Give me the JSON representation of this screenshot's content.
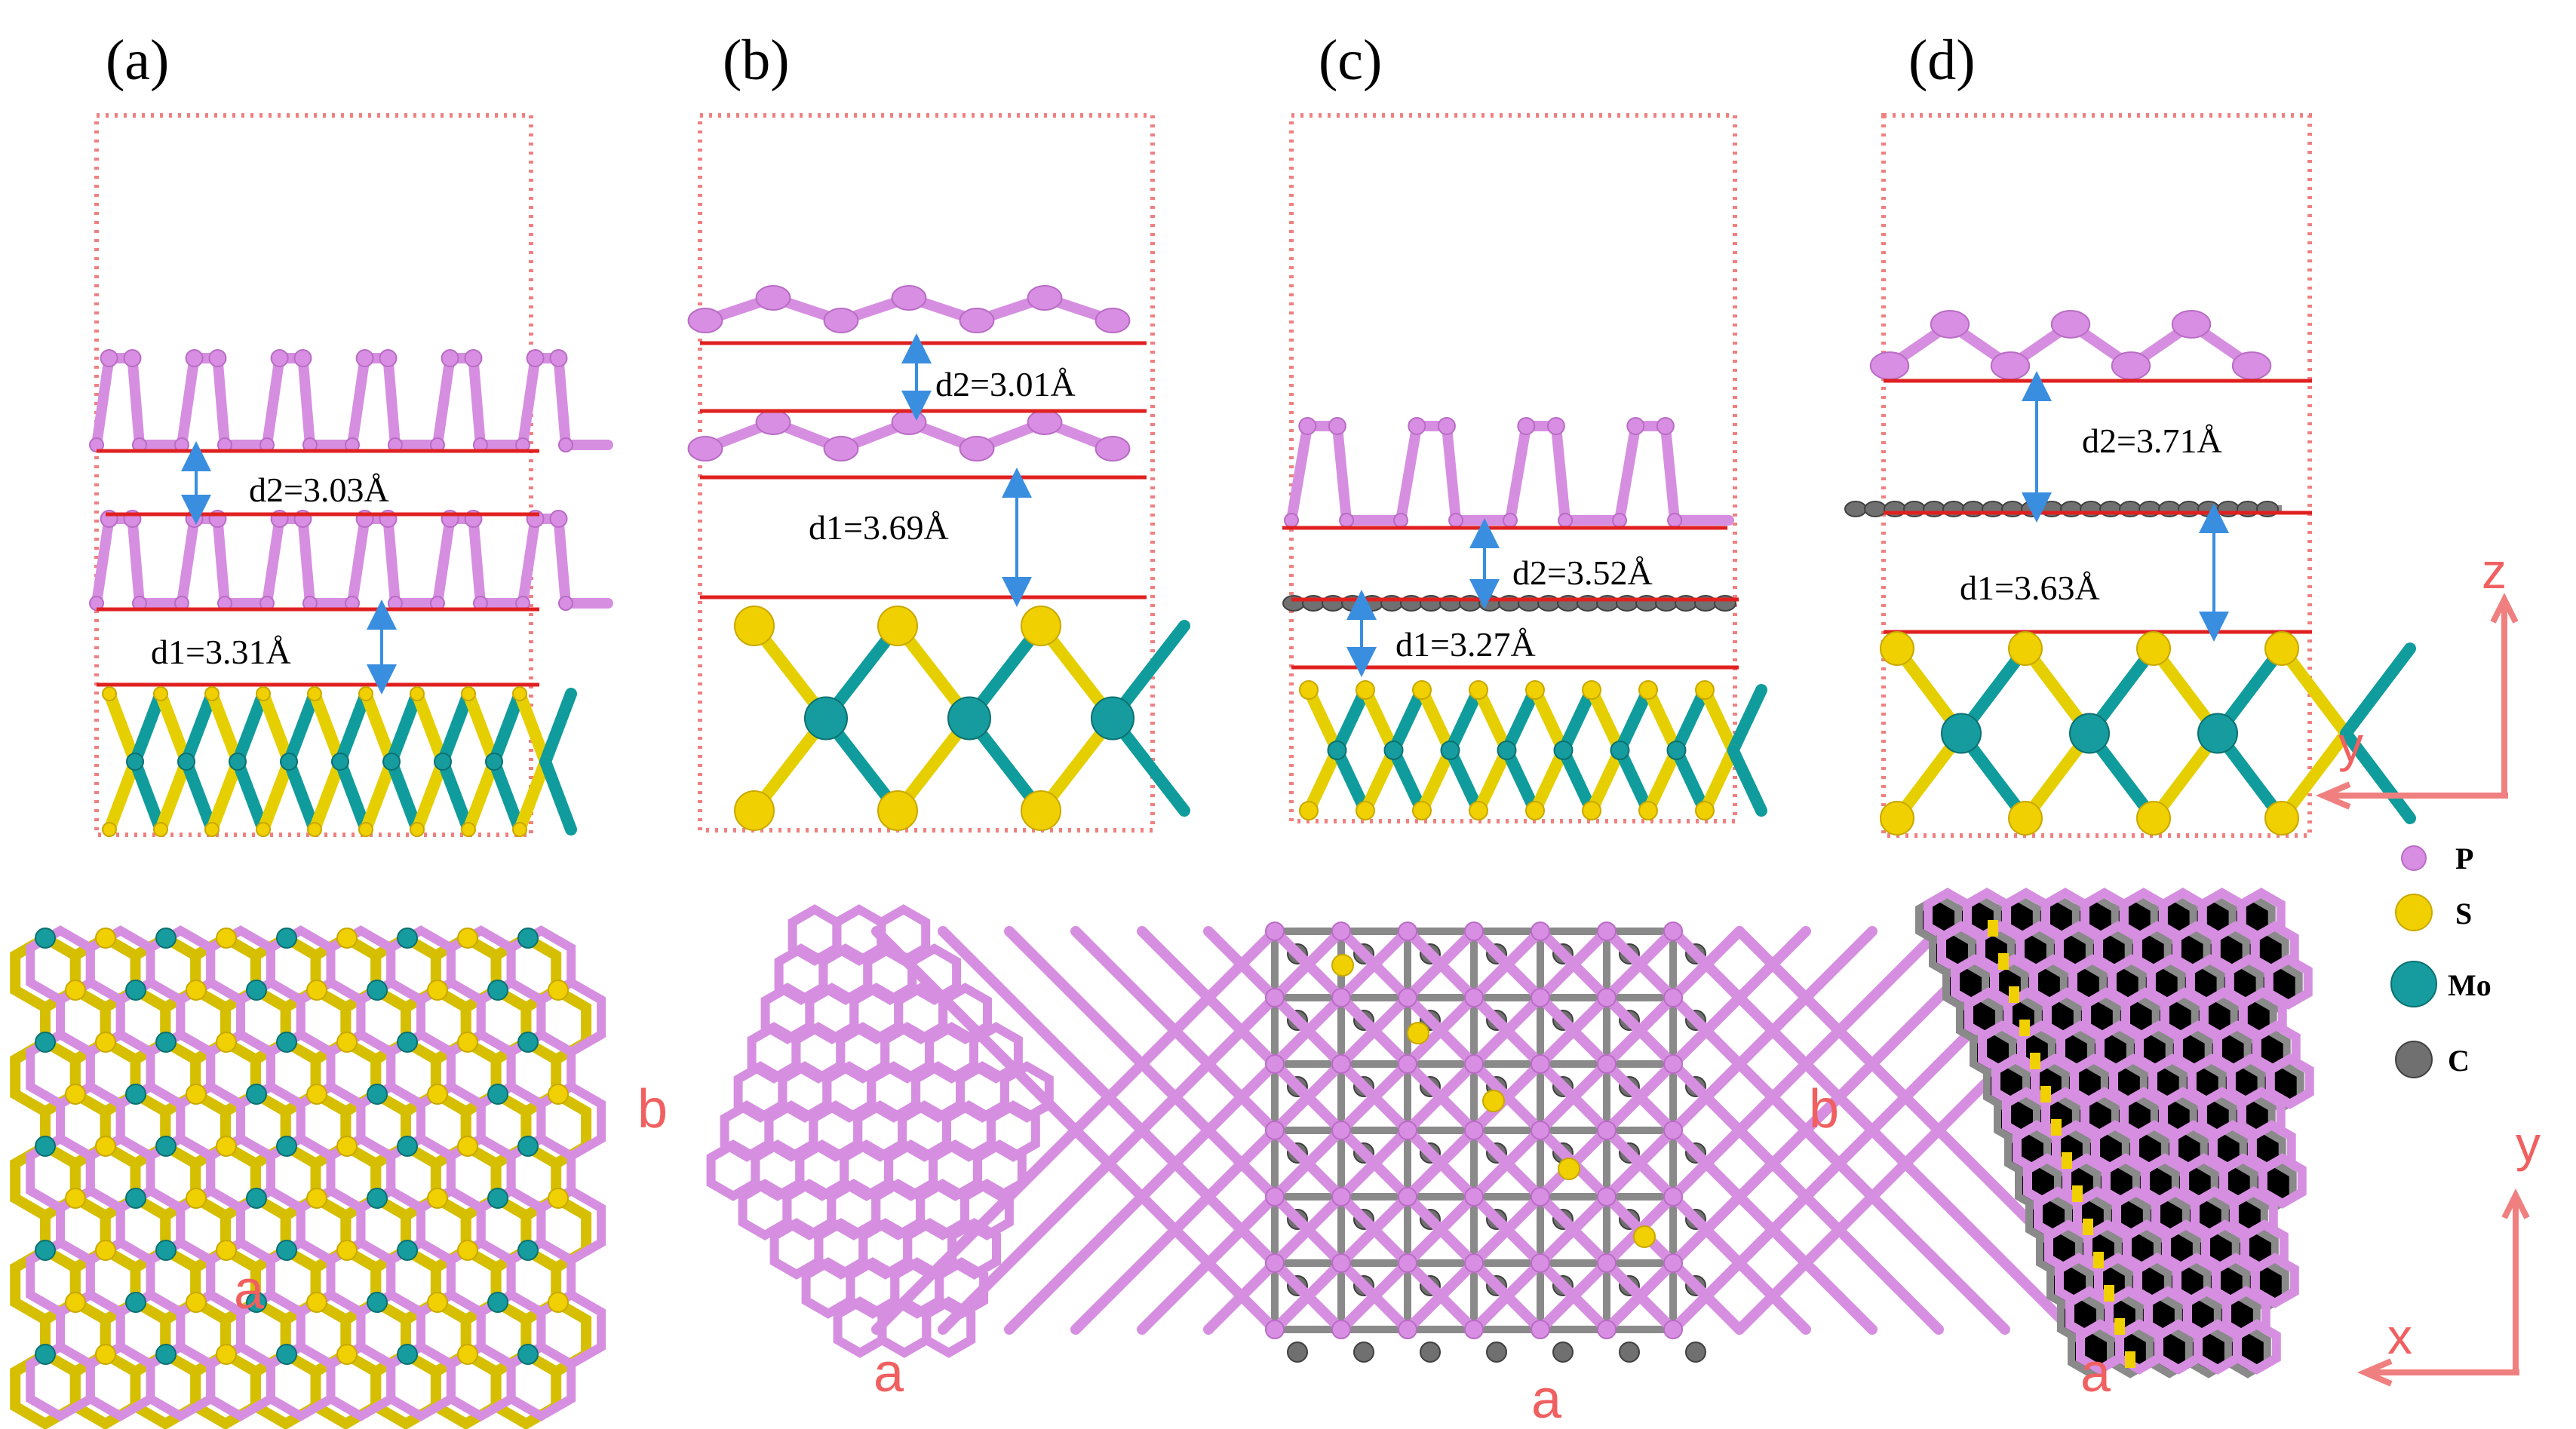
{
  "panels": [
    {
      "label": "(a)",
      "d2": "d2=3.03Å",
      "d1": "d1=3.31Å",
      "top_a": "a",
      "top_b": "b"
    },
    {
      "label": "(b)",
      "d2": "d2=3.01Å",
      "d1": "d1=3.69Å",
      "top_a": "a"
    },
    {
      "label": "(c)",
      "d2": "d2=3.52Å",
      "d1": "d1=3.27Å",
      "top_a": "a",
      "top_b": "b"
    },
    {
      "label": "(d)",
      "d2": "d2=3.71Å",
      "d1": "d1=3.63Å",
      "top_a": "a"
    }
  ],
  "axes_side": {
    "vertical": "z",
    "horizontal": "y"
  },
  "axes_top": {
    "vertical": "y",
    "horizontal": "x"
  },
  "legend": [
    {
      "symbol": "P",
      "color": "#d88ee2"
    },
    {
      "symbol": "S",
      "color": "#f0d000"
    },
    {
      "symbol": "Mo",
      "color": "#169c9e"
    },
    {
      "symbol": "C",
      "color": "#707070"
    }
  ],
  "colors": {
    "cell": "#f08080",
    "reference_line": "#e02020",
    "arrow": "#3a8ee0",
    "axis_text": "#f06060"
  }
}
